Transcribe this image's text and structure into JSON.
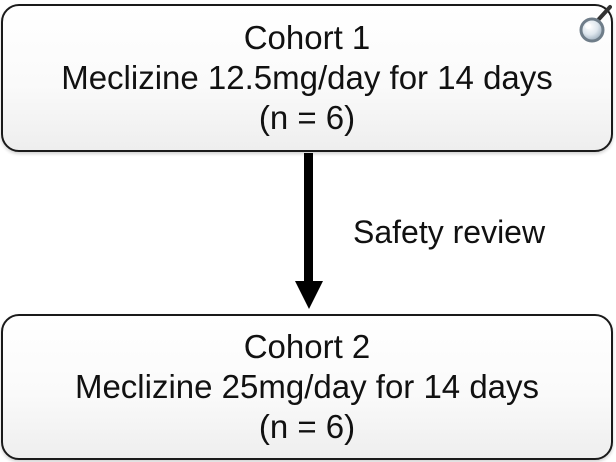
{
  "cohort1": {
    "title": "Cohort 1",
    "regimen": "Meclizine 12.5mg/day for 14 days",
    "n": "(n = 6)"
  },
  "transition": {
    "label": "Safety review"
  },
  "cohort2": {
    "title": "Cohort 2",
    "regimen": "Meclizine 25mg/day for 14 days",
    "n": "(n = 6)"
  },
  "icons": {
    "corner": "magnifier-icon"
  }
}
